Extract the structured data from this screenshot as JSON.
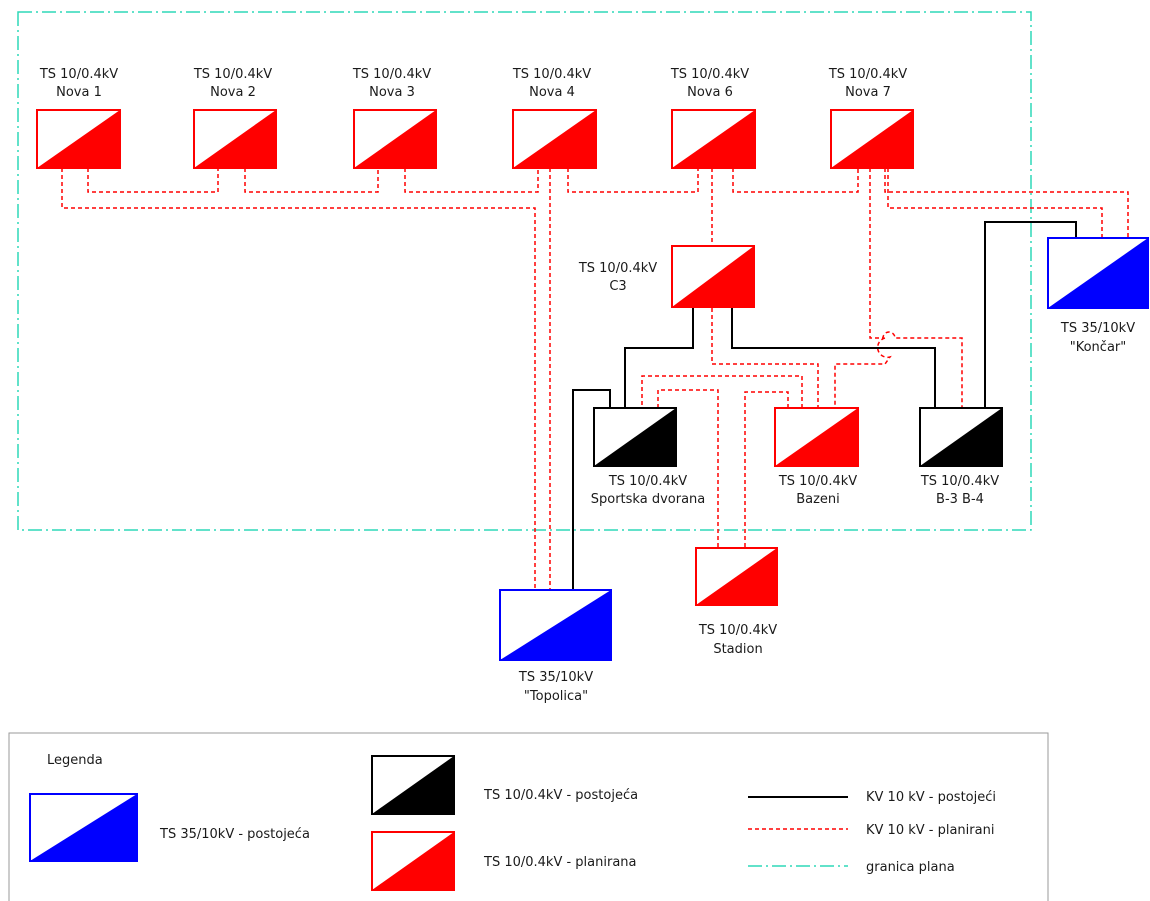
{
  "colors": {
    "planned": "#ff0000",
    "existing": "#000000",
    "supply": "#0000ff",
    "boundary": "#2fd8b8"
  },
  "stations": {
    "nova1": {
      "line1": "TS 10/0.4kV",
      "line2": "Nova 1",
      "status": "planned"
    },
    "nova2": {
      "line1": "TS 10/0.4kV",
      "line2": "Nova 2",
      "status": "planned"
    },
    "nova3": {
      "line1": "TS 10/0.4kV",
      "line2": "Nova 3",
      "status": "planned"
    },
    "nova4": {
      "line1": "TS 10/0.4kV",
      "line2": "Nova 4",
      "status": "planned"
    },
    "nova6": {
      "line1": "TS 10/0.4kV",
      "line2": "Nova 6",
      "status": "planned"
    },
    "nova7": {
      "line1": "TS 10/0.4kV",
      "line2": "Nova 7",
      "status": "planned"
    },
    "c3": {
      "line1": "TS 10/0.4kV",
      "line2": "C3",
      "status": "planned"
    },
    "sportska": {
      "line1": "TS 10/0.4kV",
      "line2": "Sportska dvorana",
      "status": "existing"
    },
    "bazeni": {
      "line1": "TS 10/0.4kV",
      "line2": "Bazeni",
      "status": "planned"
    },
    "b3b4": {
      "line1": "TS 10/0.4kV",
      "line2": "B-3 B-4",
      "status": "existing"
    },
    "stadion": {
      "line1": "TS 10/0.4kV",
      "line2": "Stadion",
      "status": "planned"
    },
    "topolica": {
      "line1": "TS 35/10kV",
      "line2": "\"Topolica\"",
      "status": "supply"
    },
    "koncar": {
      "line1": "TS 35/10kV",
      "line2": "\"Končar\"",
      "status": "supply"
    }
  },
  "legend": {
    "title": "Legenda",
    "supply_label": "TS 35/10kV - postojeća",
    "existing_label": "TS 10/0.4kV - postojeća",
    "planned_label": "TS 10/0.4kV - planirana",
    "line_existing_label": "KV 10 kV - postojeći",
    "line_planned_label": "KV 10 kV - planirani",
    "boundary_label": "granica plana"
  }
}
